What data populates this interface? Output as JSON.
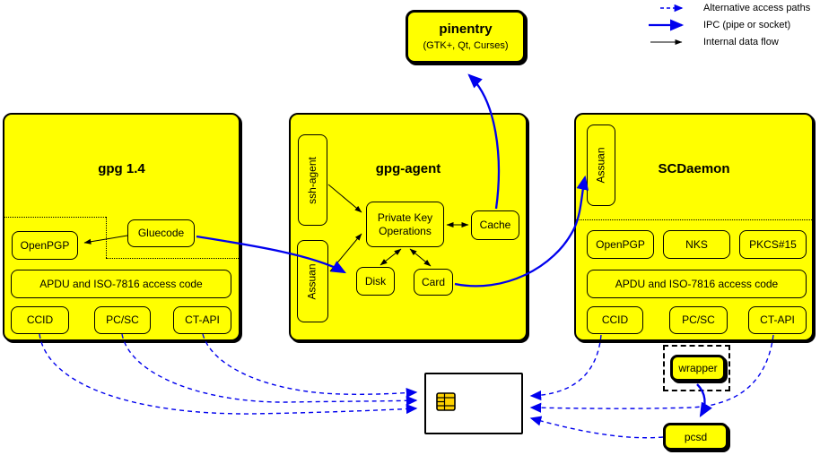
{
  "colors": {
    "box_fill": "#FFFF00",
    "blue": "#0000EE",
    "black": "#000000",
    "card_fill": "#FFFFFF",
    "chip_fill": "#FFD200"
  },
  "legend": {
    "items": [
      {
        "id": "alternative",
        "label": "Alternative access paths",
        "style": "dashed-blue-arrow"
      },
      {
        "id": "ipc",
        "label": "IPC (pipe or socket)",
        "style": "thick-blue-arrow"
      },
      {
        "id": "internal",
        "label": "Internal data flow",
        "style": "thin-black-arrow"
      }
    ]
  },
  "pinentry": {
    "title": "pinentry",
    "subtitle": "(GTK+, Qt, Curses)"
  },
  "gpg14": {
    "title": "gpg 1.4",
    "openpgp": "OpenPGP",
    "gluecode": "Gluecode",
    "apdu": "APDU and ISO-7816 access code",
    "ccid": "CCID",
    "pcsc": "PC/SC",
    "ctapi": "CT-API"
  },
  "gpg_agent": {
    "title": "gpg-agent",
    "ssh_agent": "ssh-agent",
    "assuan": "Assuan",
    "private_key_ops_line1": "Private Key",
    "private_key_ops_line2": "Operations",
    "cache": "Cache",
    "disk": "Disk",
    "card": "Card"
  },
  "scdaemon": {
    "title": "SCDaemon",
    "assuan": "Assuan",
    "openpgp": "OpenPGP",
    "nks": "NKS",
    "pkcs15": "PKCS#15",
    "apdu": "APDU and ISO-7816 access code",
    "ccid": "CCID",
    "pcsc": "PC/SC",
    "ctapi": "CT-API",
    "wrapper": "wrapper"
  },
  "pcsd": {
    "label": "pcsd"
  },
  "edges": [
    {
      "from": "gluecode",
      "to": "openpgp",
      "type": "internal"
    },
    {
      "from": "ssh-agent",
      "to": "private-key-operations",
      "type": "internal"
    },
    {
      "from": "assuan-gpg-agent",
      "to": "private-key-operations",
      "type": "internal"
    },
    {
      "from": "private-key-operations",
      "to": "cache",
      "type": "internal-bidirectional"
    },
    {
      "from": "private-key-operations",
      "to": "disk",
      "type": "internal-bidirectional"
    },
    {
      "from": "private-key-operations",
      "to": "card",
      "type": "internal-bidirectional"
    },
    {
      "from": "gluecode",
      "to": "assuan-gpg-agent",
      "type": "ipc"
    },
    {
      "from": "card",
      "to": "assuan-scdaemon",
      "type": "ipc"
    },
    {
      "from": "cache",
      "to": "pinentry",
      "type": "ipc"
    },
    {
      "from": "wrapper",
      "to": "pcsd",
      "type": "ipc"
    },
    {
      "from": "ccid-gpg14",
      "to": "smartcard",
      "type": "alternative"
    },
    {
      "from": "pcsc-gpg14",
      "to": "smartcard",
      "type": "alternative"
    },
    {
      "from": "ctapi-gpg14",
      "to": "smartcard",
      "type": "alternative"
    },
    {
      "from": "ccid-scdaemon",
      "to": "smartcard",
      "type": "alternative"
    },
    {
      "from": "ctapi-scdaemon",
      "to": "smartcard",
      "type": "alternative"
    },
    {
      "from": "pcsd",
      "to": "smartcard",
      "type": "alternative"
    }
  ]
}
